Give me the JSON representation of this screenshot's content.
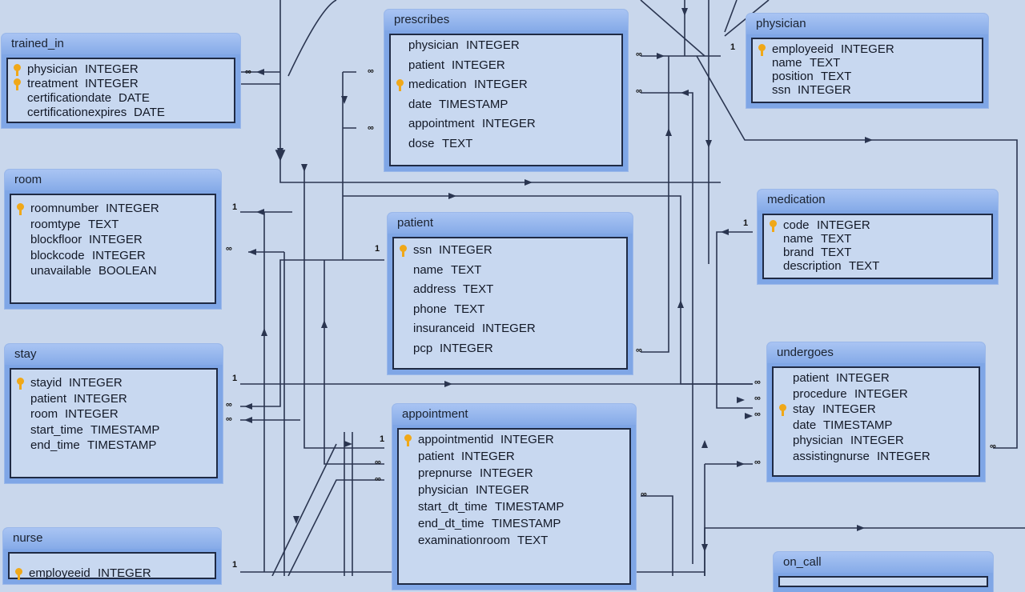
{
  "tables": {
    "trained_in": {
      "title": "trained_in",
      "cols": [
        {
          "name": "physician",
          "type": "INTEGER",
          "key": true
        },
        {
          "name": "treatment",
          "type": "INTEGER",
          "key": true
        },
        {
          "name": "certificationdate",
          "type": "DATE",
          "key": false
        },
        {
          "name": "certificationexpires",
          "type": "DATE",
          "key": false
        }
      ]
    },
    "room": {
      "title": "room",
      "cols": [
        {
          "name": "roomnumber",
          "type": "INTEGER",
          "key": true
        },
        {
          "name": "roomtype",
          "type": "TEXT",
          "key": false
        },
        {
          "name": "blockfloor",
          "type": "INTEGER",
          "key": false
        },
        {
          "name": "blockcode",
          "type": "INTEGER",
          "key": false
        },
        {
          "name": "unavailable",
          "type": "BOOLEAN",
          "key": false
        }
      ]
    },
    "stay": {
      "title": "stay",
      "cols": [
        {
          "name": "stayid",
          "type": "INTEGER",
          "key": true
        },
        {
          "name": "patient",
          "type": "INTEGER",
          "key": false
        },
        {
          "name": "room",
          "type": "INTEGER",
          "key": false
        },
        {
          "name": "start_time",
          "type": "TIMESTAMP",
          "key": false
        },
        {
          "name": "end_time",
          "type": "TIMESTAMP",
          "key": false
        }
      ]
    },
    "nurse": {
      "title": "nurse",
      "cols": [
        {
          "name": "employeeid",
          "type": "INTEGER",
          "key": true
        }
      ]
    },
    "prescribes": {
      "title": "prescribes",
      "cols": [
        {
          "name": "physician",
          "type": "INTEGER",
          "key": false
        },
        {
          "name": "patient",
          "type": "INTEGER",
          "key": false
        },
        {
          "name": "medication",
          "type": "INTEGER",
          "key": true
        },
        {
          "name": "date",
          "type": "TIMESTAMP",
          "key": false
        },
        {
          "name": "appointment",
          "type": "INTEGER",
          "key": false
        },
        {
          "name": "dose",
          "type": "TEXT",
          "key": false
        }
      ]
    },
    "patient": {
      "title": "patient",
      "cols": [
        {
          "name": "ssn",
          "type": "INTEGER",
          "key": true
        },
        {
          "name": "name",
          "type": "TEXT",
          "key": false
        },
        {
          "name": "address",
          "type": "TEXT",
          "key": false
        },
        {
          "name": "phone",
          "type": "TEXT",
          "key": false
        },
        {
          "name": "insuranceid",
          "type": "INTEGER",
          "key": false
        },
        {
          "name": "pcp",
          "type": "INTEGER",
          "key": false
        }
      ]
    },
    "appointment": {
      "title": "appointment",
      "cols": [
        {
          "name": "appointmentid",
          "type": "INTEGER",
          "key": true
        },
        {
          "name": "patient",
          "type": "INTEGER",
          "key": false
        },
        {
          "name": "prepnurse",
          "type": "INTEGER",
          "key": false
        },
        {
          "name": "physician",
          "type": "INTEGER",
          "key": false
        },
        {
          "name": "start_dt_time",
          "type": "TIMESTAMP",
          "key": false
        },
        {
          "name": "end_dt_time",
          "type": "TIMESTAMP",
          "key": false
        },
        {
          "name": "examinationroom",
          "type": "TEXT",
          "key": false
        }
      ]
    },
    "physician": {
      "title": "physician",
      "cols": [
        {
          "name": "employeeid",
          "type": "INTEGER",
          "key": true
        },
        {
          "name": "name",
          "type": "TEXT",
          "key": false
        },
        {
          "name": "position",
          "type": "TEXT",
          "key": false
        },
        {
          "name": "ssn",
          "type": "INTEGER",
          "key": false
        }
      ]
    },
    "medication": {
      "title": "medication",
      "cols": [
        {
          "name": "code",
          "type": "INTEGER",
          "key": true
        },
        {
          "name": "name",
          "type": "TEXT",
          "key": false
        },
        {
          "name": "brand",
          "type": "TEXT",
          "key": false
        },
        {
          "name": "description",
          "type": "TEXT",
          "key": false
        }
      ]
    },
    "undergoes": {
      "title": "undergoes",
      "cols": [
        {
          "name": "patient",
          "type": "INTEGER",
          "key": false
        },
        {
          "name": "procedure",
          "type": "INTEGER",
          "key": false
        },
        {
          "name": "stay",
          "type": "INTEGER",
          "key": true
        },
        {
          "name": "date",
          "type": "TIMESTAMP",
          "key": false
        },
        {
          "name": "physician",
          "type": "INTEGER",
          "key": false
        },
        {
          "name": "assistingnurse",
          "type": "INTEGER",
          "key": false
        }
      ]
    },
    "on_call": {
      "title": "on_call",
      "cols": []
    }
  },
  "cardinality": {
    "one": "1",
    "many": "∞"
  }
}
